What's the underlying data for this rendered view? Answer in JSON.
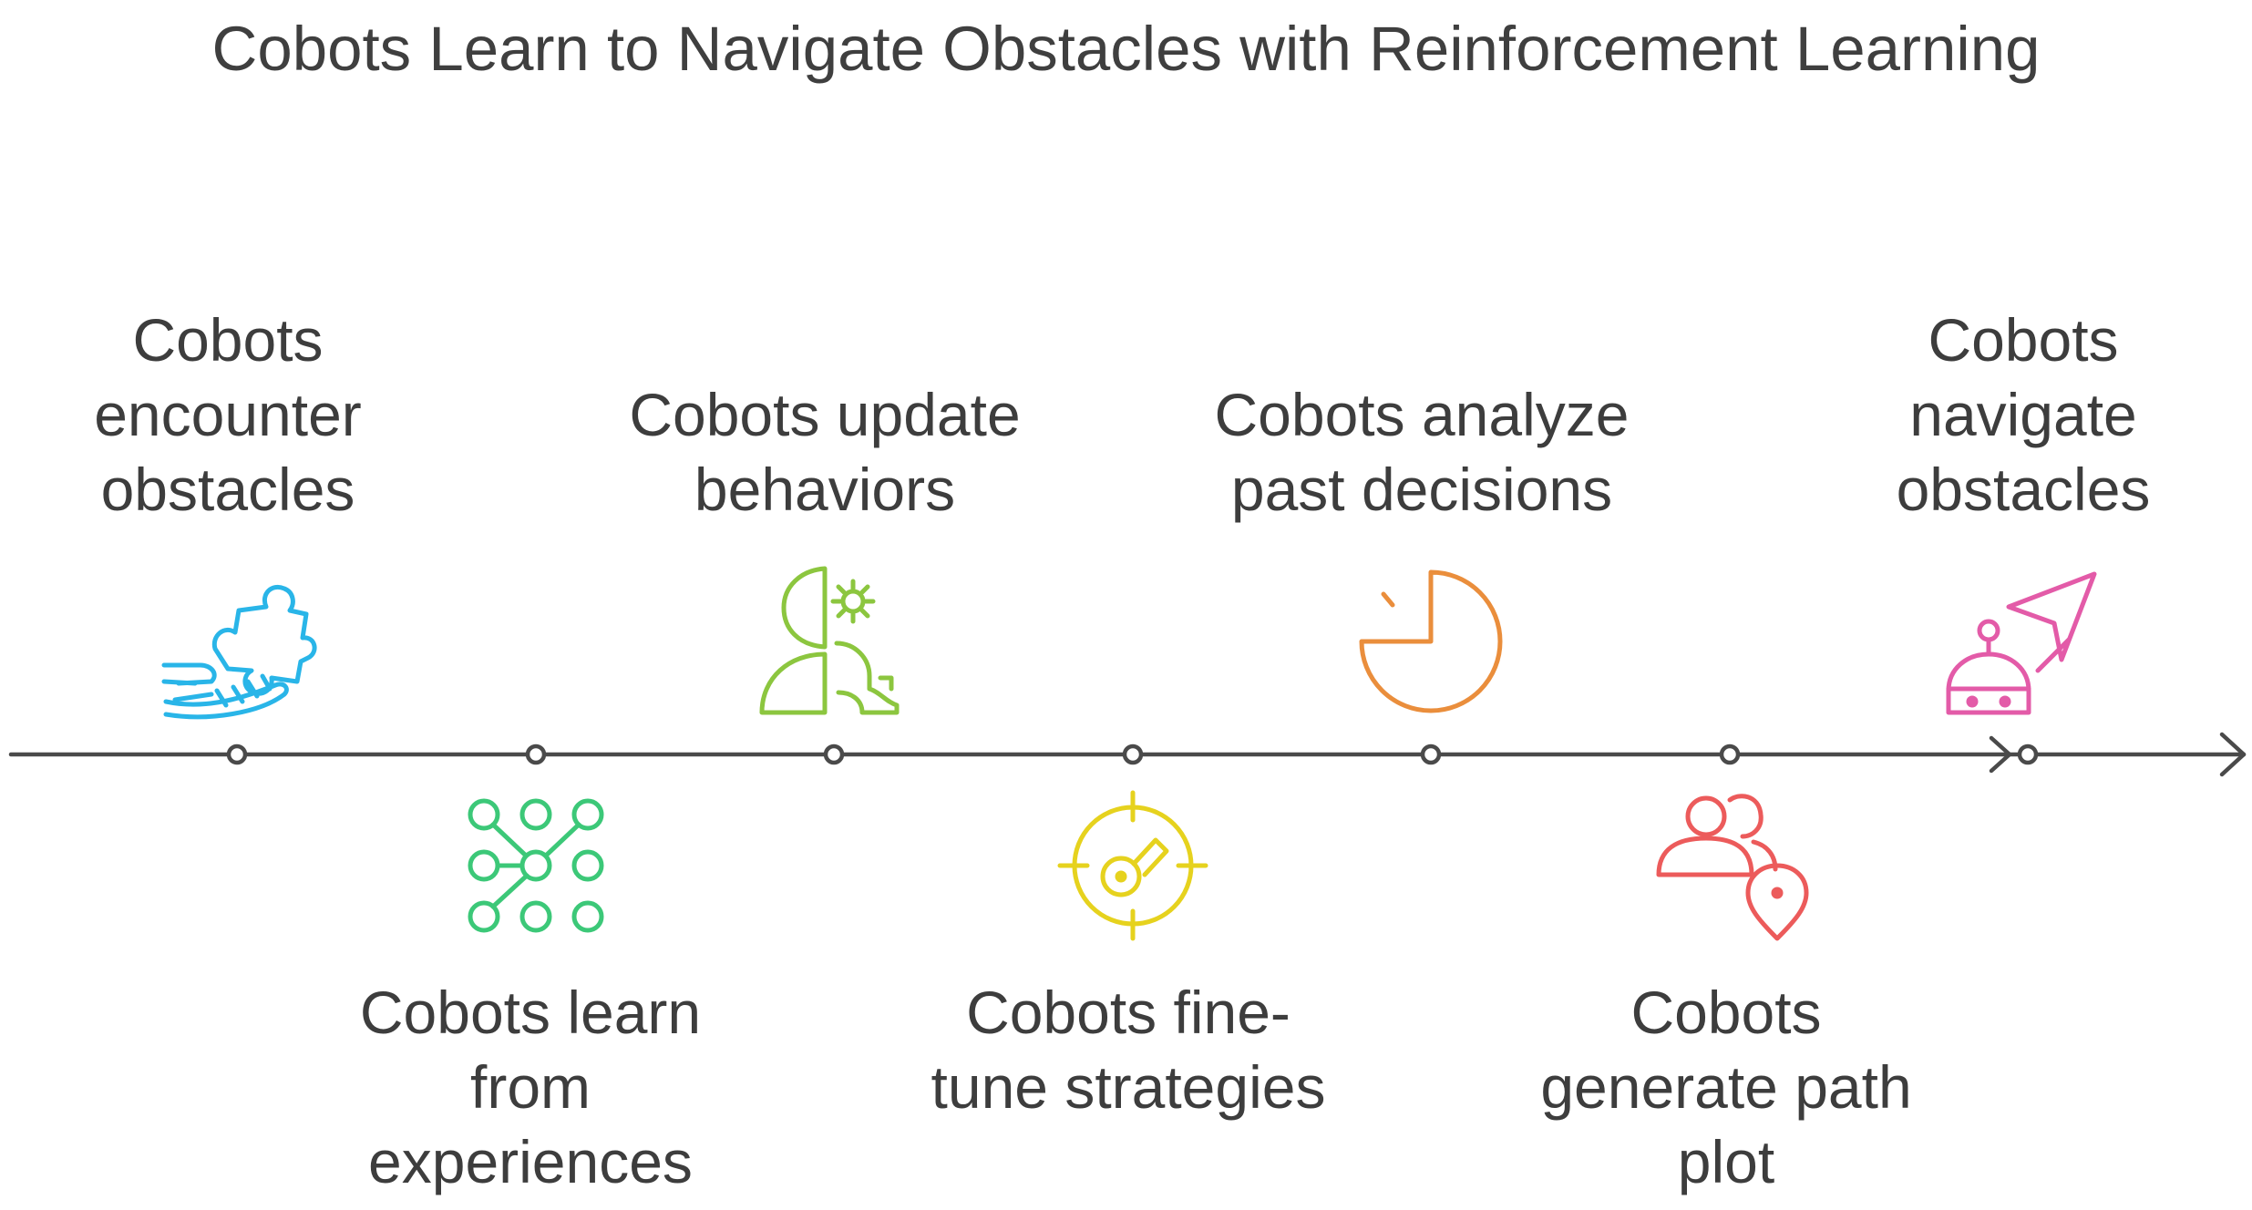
{
  "title": "Cobots Learn to Navigate Obstacles with Reinforcement Learning",
  "steps": [
    {
      "lines": [
        "Cobots",
        "encounter",
        "obstacles"
      ],
      "position": "above",
      "icon": "hand-puzzle-icon",
      "color": "#29b5e8"
    },
    {
      "lines": [
        "Cobots learn",
        "from",
        "experiences"
      ],
      "position": "below",
      "icon": "node-grid-icon",
      "color": "#3cc878"
    },
    {
      "lines": [
        "Cobots update",
        "behaviors"
      ],
      "position": "above",
      "icon": "head-gears-icon",
      "color": "#8cc63f"
    },
    {
      "lines": [
        "Cobots fine-",
        "tune strategies"
      ],
      "position": "below",
      "icon": "target-key-icon",
      "color": "#e6d21e"
    },
    {
      "lines": [
        "Cobots analyze",
        "past decisions"
      ],
      "position": "above",
      "icon": "pie-chart-icon",
      "color": "#ea8e3c"
    },
    {
      "lines": [
        "Cobots",
        "generate path",
        "plot"
      ],
      "position": "below",
      "icon": "users-location-icon",
      "color": "#ec5b5b"
    },
    {
      "lines": [
        "Cobots",
        "navigate",
        "obstacles"
      ],
      "position": "above",
      "icon": "robot-arrow-icon",
      "color": "#e35ba8"
    }
  ],
  "colors": {
    "timeline": "#4a4a4a",
    "text": "#3d3d3d"
  }
}
